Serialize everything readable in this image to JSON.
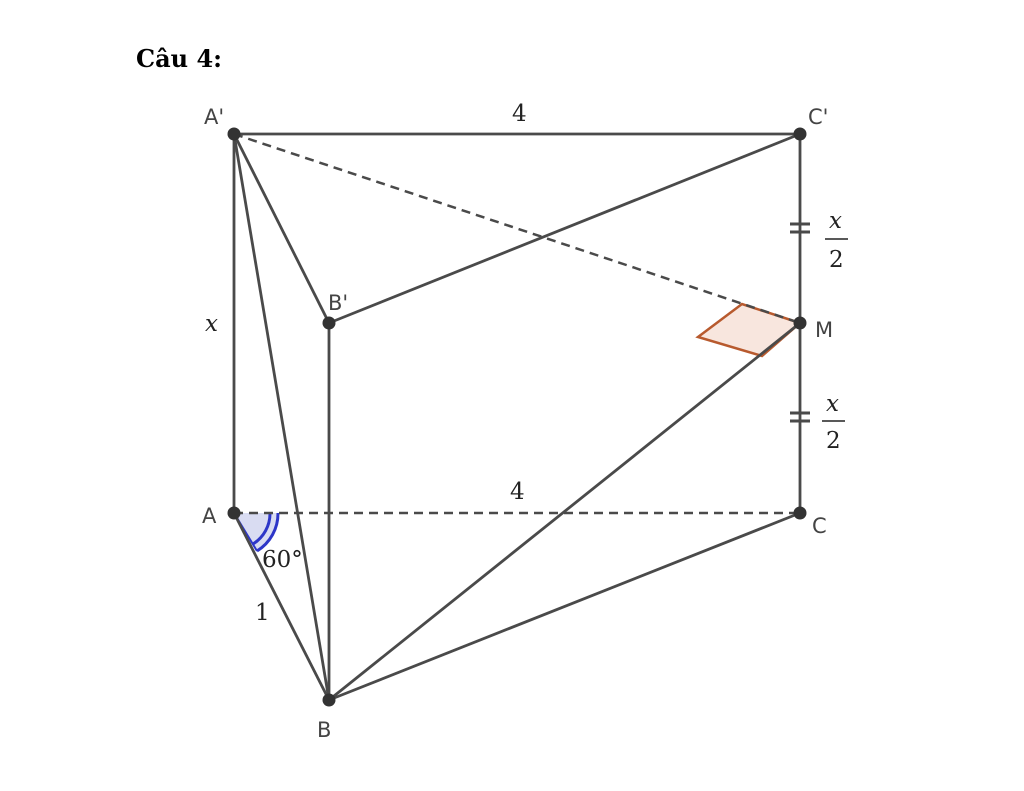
{
  "title": "Câu 4:",
  "points": {
    "A_prime": "A'",
    "C_prime": "C'",
    "B_prime": "B'",
    "M": "M",
    "A": "A",
    "C": "C",
    "B": "B"
  },
  "measures": {
    "top_edge": "4",
    "bottom_edge": "4",
    "height": "x",
    "ab_length": "1",
    "angle": "60°",
    "half_numerator": "x",
    "half_denominator": "2"
  },
  "colors": {
    "line": "#4a4a4a",
    "angle_fill": "#d9dcf2",
    "angle_stroke": "#2d36c8",
    "right_angle_fill": "#f8e6de",
    "right_angle_stroke": "#b85a2e"
  }
}
